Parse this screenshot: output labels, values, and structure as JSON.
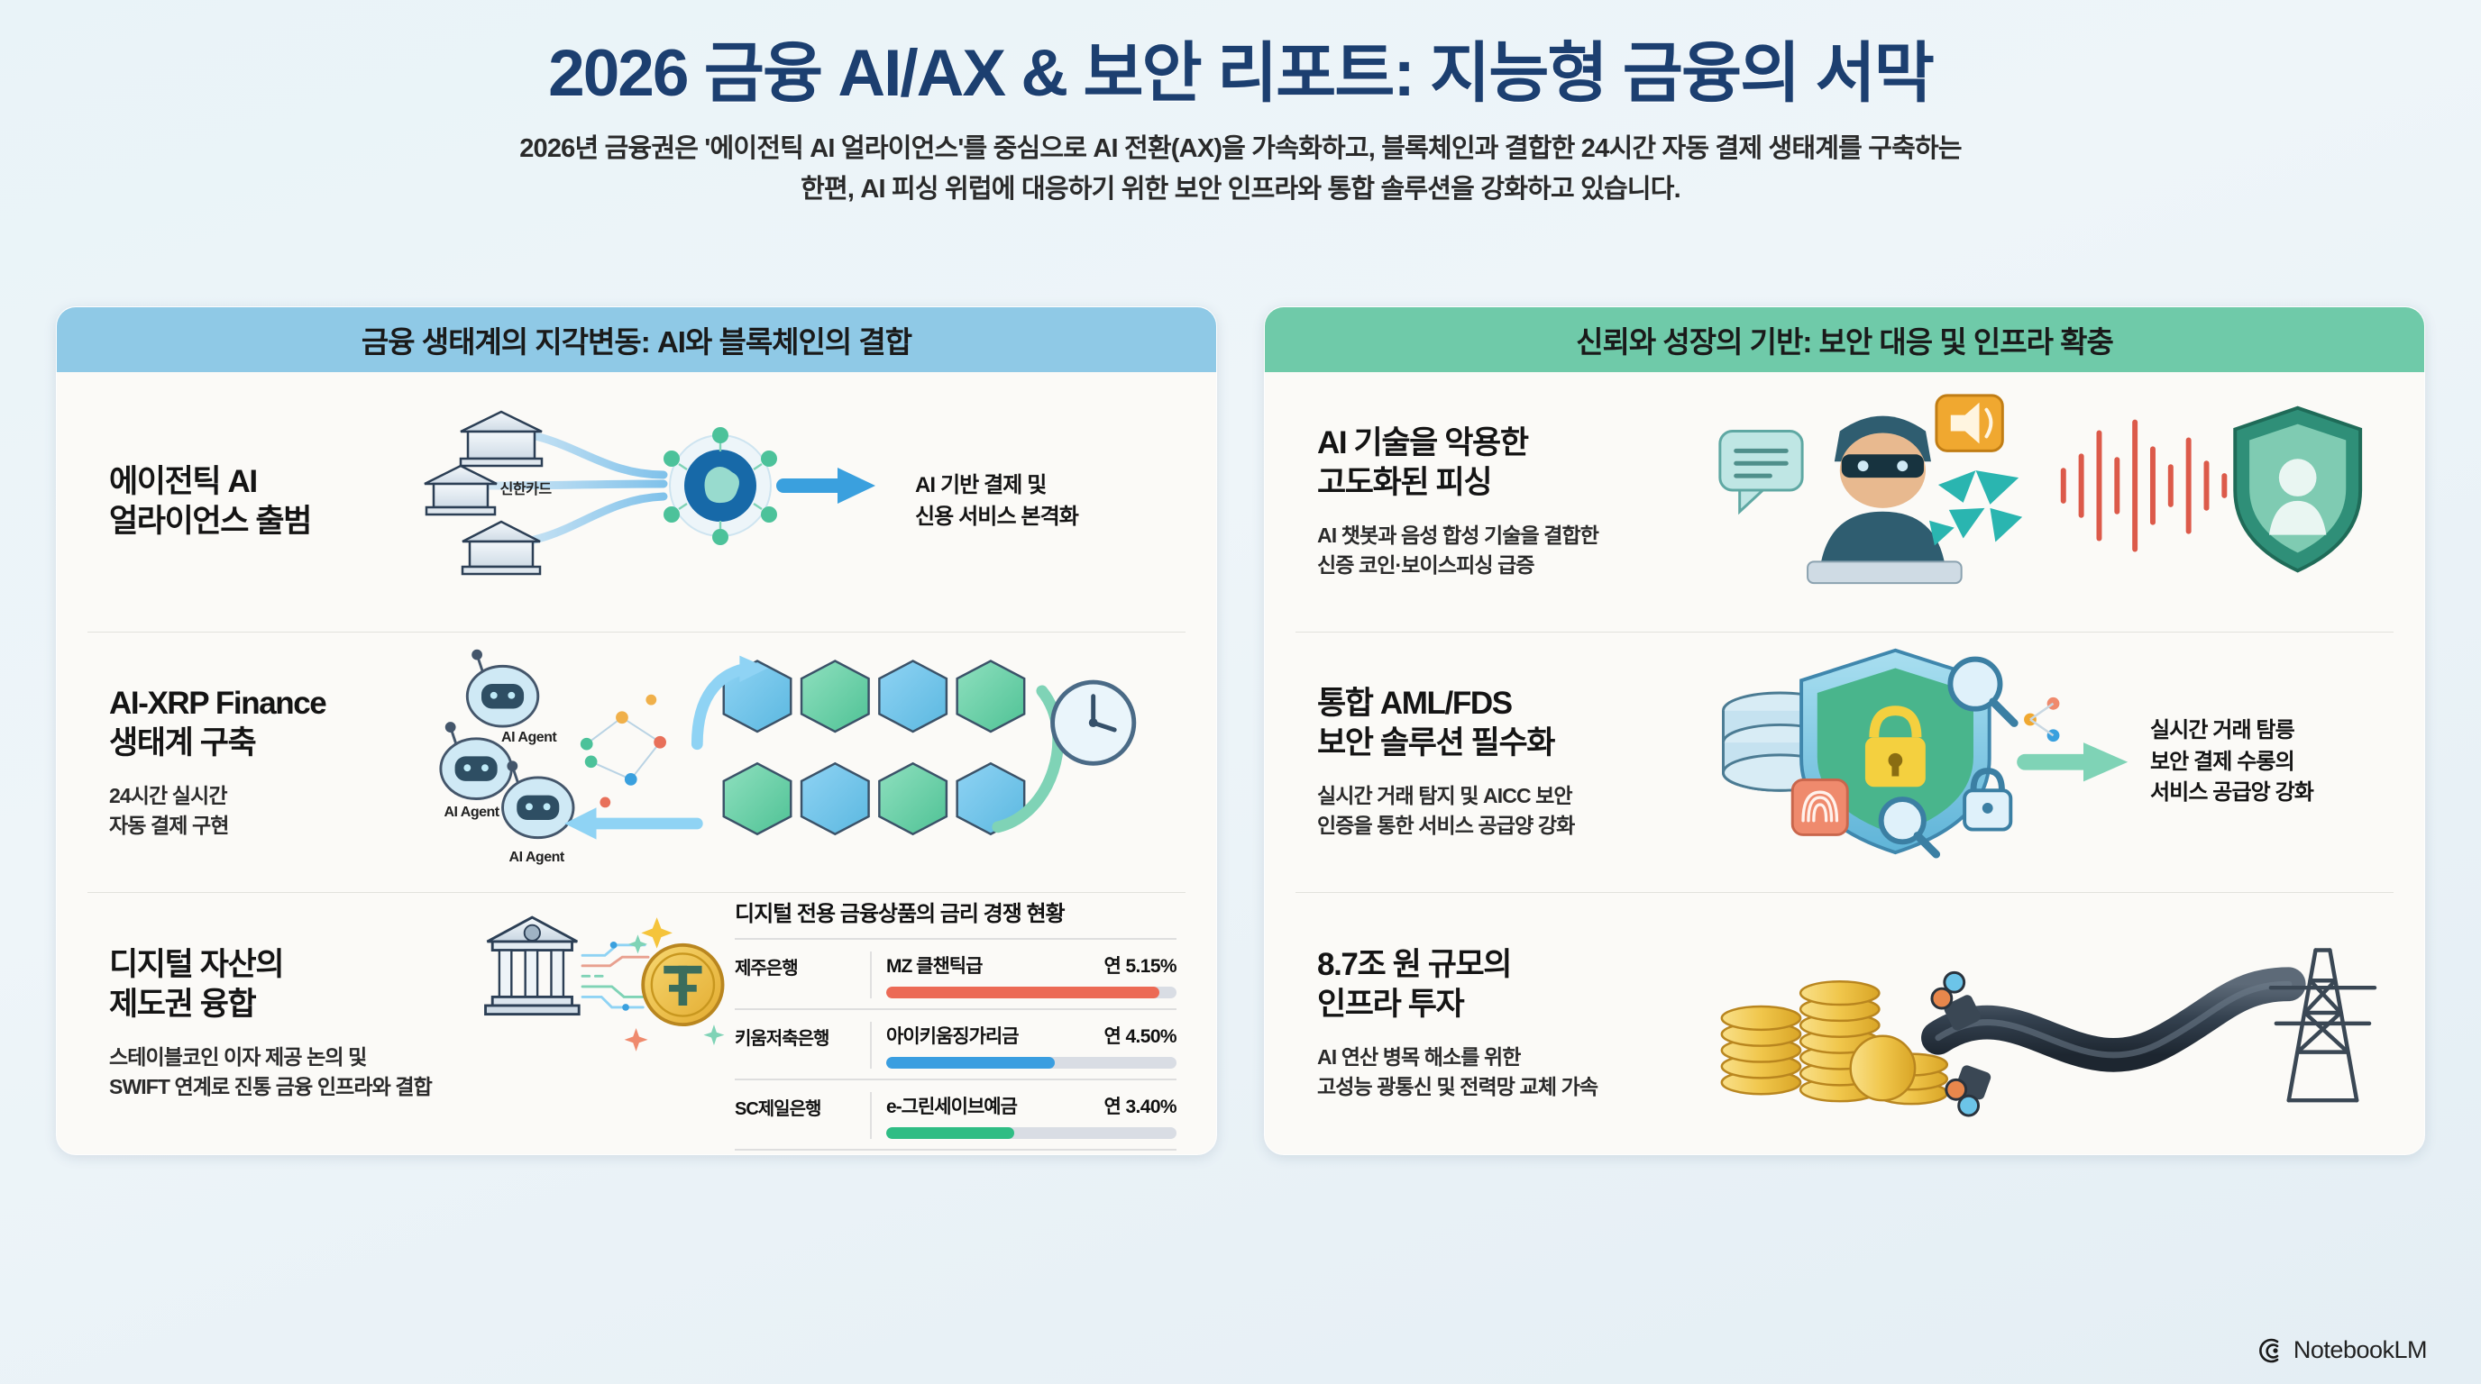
{
  "header": {
    "title": "2026 금융 AI/AX & 보안 리포트: 지능형 금융의 서막",
    "subtitle_line1": "2026년 금융권은 '에이전틱 AI 얼라이언스'를 중심으로 AI 전환(AX)을 가속화하고, 블록체인과 결합한 24시간 자동 결제 생태계를 구축하는",
    "subtitle_line2": "한편, AI 피싱 위럽에 대응하기 위한 보안 인프라와 통합 솔루션을 강화하고 있습니다."
  },
  "left_panel": {
    "header": "금융 생태계의 지각변동: AI와 블록체인의 결합",
    "accent_color": "#8fc9e6",
    "rows": [
      {
        "title_line1": "에이전틱 AI",
        "title_line2": "얼라이언스 출범",
        "bank_label": "신한카드",
        "caption_line1": "AI 기반 결제 및",
        "caption_line2": "신용 서비스 본격화"
      },
      {
        "title_line1": "AI-XRP Finance",
        "title_line2": "생태계 구축",
        "sub_line1": "24시간 실시간",
        "sub_line2": "자동 결제 구현",
        "agent_labels": [
          "AI Agent",
          "AI Agent",
          "AI Agent"
        ]
      },
      {
        "title_line1": "디지털 자산의",
        "title_line2": "제도권 융합",
        "sub_line1": "스테이블코인 이자 제공 논의 및",
        "sub_line2": "SWIFT 연계로 진통 금융 인프라와 결합"
      }
    ]
  },
  "rate_table": {
    "title": "디지털 전용 금융상품의 금리 경쟁 현황",
    "rows": [
      {
        "bank": "제주은행",
        "product": "MZ 클챈틱급",
        "rate": "연 5.15%",
        "pct": 94,
        "color": "#ec6a55"
      },
      {
        "bank": "키움저축은행",
        "product": "아이키움징가리금",
        "rate": "연 4.50%",
        "pct": 58,
        "color": "#3a9ee0"
      },
      {
        "bank": "SC제일은행",
        "product": "e-그린세이브예금",
        "rate": "연 3.40%",
        "pct": 44,
        "color": "#2fbd84"
      }
    ]
  },
  "right_panel": {
    "header": "신뢰와 성장의 기반: 보안 대응 및 인프라 확충",
    "accent_color": "#6fcaa9",
    "rows": [
      {
        "title_line1": "AI 기술을 악용한",
        "title_line2": "고도화된 피싱",
        "sub_line1": "AI 챗봇과 음성 합성 기술을 결합한",
        "sub_line2": "신증 코인·보이스피싱 급증"
      },
      {
        "title_line1": "통합 AML/FDS",
        "title_line2": "보안 솔루션 필수화",
        "sub_line1": "실시간 거래 탐지 및 AICC 보안",
        "sub_line2": "인증을 통한 서비스 공급양 강화",
        "caption_line1": "실시간 거래 탐릉",
        "caption_line2": "보안 결제 수롱의",
        "caption_line3": "서비스 공급앙 강화"
      },
      {
        "title_line1": "8.7조 원 규모의",
        "title_line2": "인프라 투자",
        "sub_line1": "AI 연산 병목 해소를 위한",
        "sub_line2": "고성능 광통신 및 전력망 교체 가속"
      }
    ]
  },
  "footer": {
    "brand": "NotebookLM",
    "icon": "notebooklm-logo-icon"
  }
}
